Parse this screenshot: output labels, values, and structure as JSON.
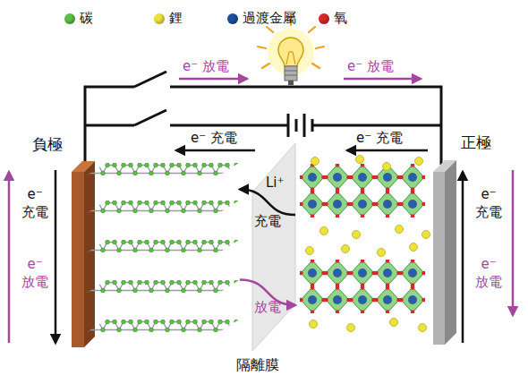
{
  "diagram": {
    "nodes": [
      {
        "text": [
          "負極"
        ]
      },
      {
        "text": [
          "隔離膜"
        ]
      },
      {
        "text": [
          "正極"
        ]
      }
    ],
    "edges": [
      {
        "from": 2,
        "to": 0,
        "arrow": "to",
        "label": "充電"
      },
      {
        "from": 0,
        "to": 2,
        "arrow": "to",
        "label": "放電"
      }
    ],
    "labels": [
      "e⁻ 放電",
      "e⁻ 放電",
      "e⁻ 充電",
      "e⁻ 充電",
      "e⁻ 充電",
      "e⁻ 放電",
      "e⁻ 充電",
      "e⁻ 放電",
      "Li⁺"
    ],
    "legend": [
      {
        "text": "碳",
        "color": "#5cbf48"
      },
      {
        "text": "鋰",
        "color": "#ece23c"
      },
      {
        "text": "過渡金屬",
        "color": "#1d4f9e"
      },
      {
        "text": "氧",
        "color": "#d42a2a"
      }
    ]
  }
}
